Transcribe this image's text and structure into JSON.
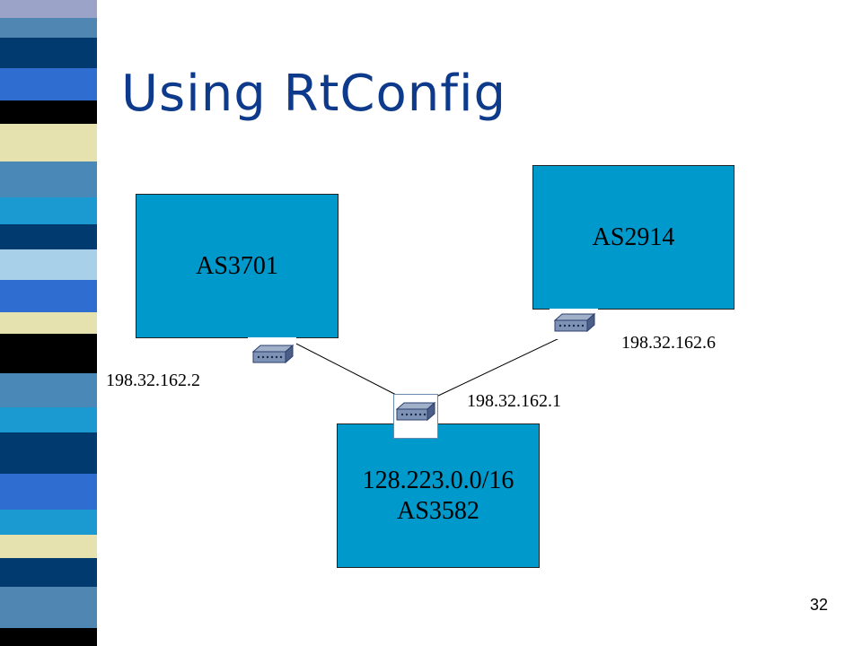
{
  "slide": {
    "title": "Using RtConfig",
    "page_number": "32"
  },
  "diagram": {
    "nodes": [
      {
        "id": "as3701",
        "label": "AS3701"
      },
      {
        "id": "as2914",
        "label": "AS2914"
      },
      {
        "id": "as3582",
        "label_line1": "128.223.0.0/16",
        "label_line2": "AS3582"
      }
    ],
    "interfaces": {
      "as3701_ip": "198.32.162.2",
      "as2914_ip": "198.32.162.6",
      "as3582_ip": "198.32.162.1"
    },
    "links": [
      {
        "from": "as3701",
        "to": "as3582"
      },
      {
        "from": "as2914",
        "to": "as3582"
      }
    ]
  },
  "colors": {
    "box_fill": "#0099cc",
    "title": "#0e3a8c"
  }
}
